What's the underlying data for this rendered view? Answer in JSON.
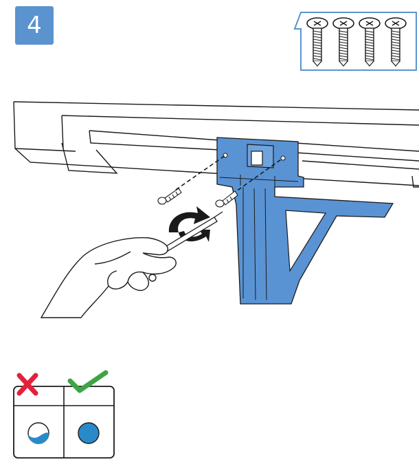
{
  "step": {
    "number": "4"
  },
  "colors": {
    "accent_blue": "#5b93cf",
    "part_blue": "#5a93d3",
    "part_blue_dark": "#3c73b4",
    "outline": "#1a1a1a",
    "wrong_red": "#e4213a",
    "correct_green": "#3fa445",
    "indicator_fill": "#2a8ac9"
  },
  "icons": [
    "step-number-badge",
    "screw-icon",
    "screwdriver-icon",
    "rotate-arrow-icon",
    "hand-icon",
    "cross-icon",
    "check-icon"
  ],
  "screw_count": 4
}
